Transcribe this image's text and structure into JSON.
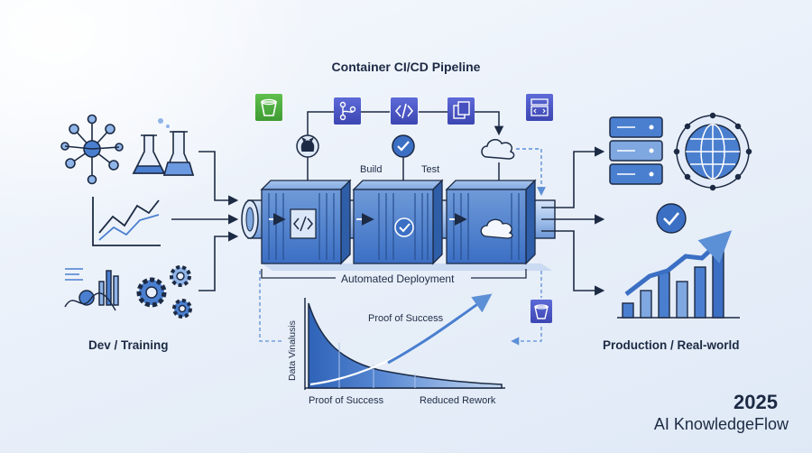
{
  "diagram": {
    "title": "Container CI/CD Pipeline",
    "left_label": "Dev / Training",
    "right_label": "Production / Real-world",
    "stage_labels": {
      "build": "Build",
      "test": "Test"
    },
    "deployment_label": "Automated Deployment",
    "curve": {
      "annotation": "Proof of Success",
      "y_axis_label": "Data Vinalusis",
      "x_label_left": "Proof of Success",
      "x_label_right": "Reduced Rework"
    }
  },
  "brand": {
    "year": "2025",
    "name": "AI KnowledgeFlow"
  },
  "colors": {
    "primary": "#3b6fc4",
    "dark": "#1c2a44",
    "accent_green": "#4caf3e",
    "accent_purple": "#4a56c6"
  },
  "icons": [
    "network-icon",
    "flask-icon",
    "line-chart-icon",
    "analytics-icon",
    "gears-icon",
    "bucket-icon",
    "branch-icon",
    "code-icon",
    "copy-icon",
    "window-code-icon",
    "github-icon",
    "check-icon",
    "cloud-icon",
    "server-icon",
    "globe-icon",
    "bar-chart-icon"
  ]
}
